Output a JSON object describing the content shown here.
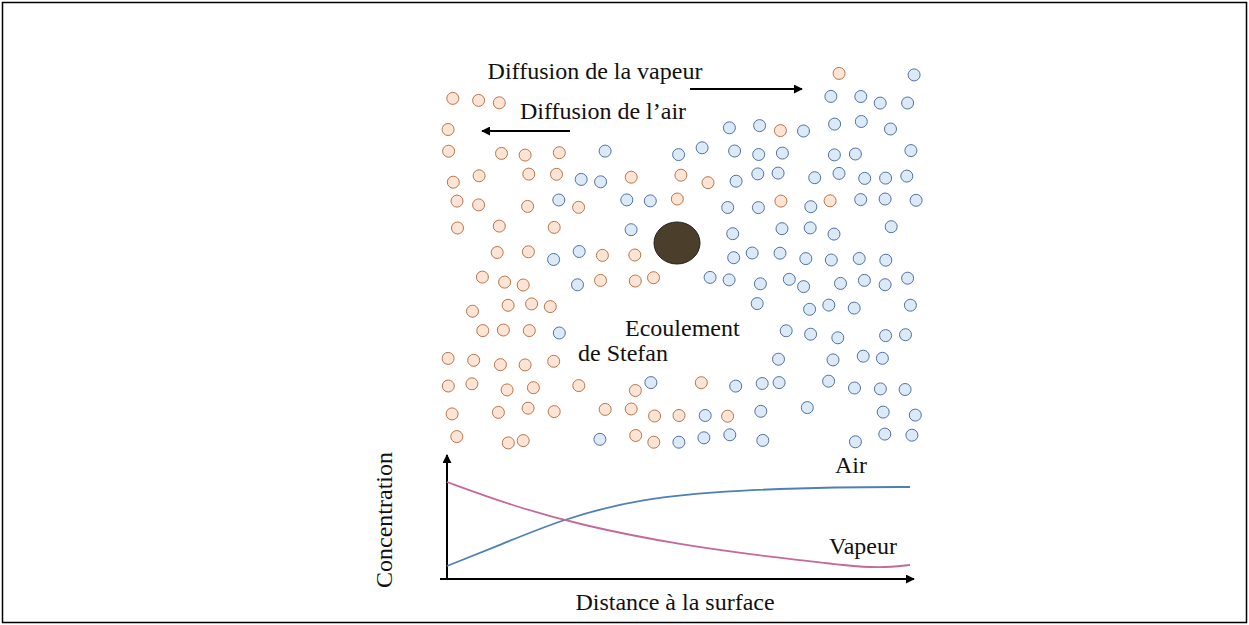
{
  "diagram": {
    "labels": [
      "Diffusion de la vapeur",
      "Diffusion de l’air",
      "Ecoulement de Stefan",
      "Concentration",
      "Air",
      "Vapeur",
      "Distance à la surface"
    ]
  }
}
